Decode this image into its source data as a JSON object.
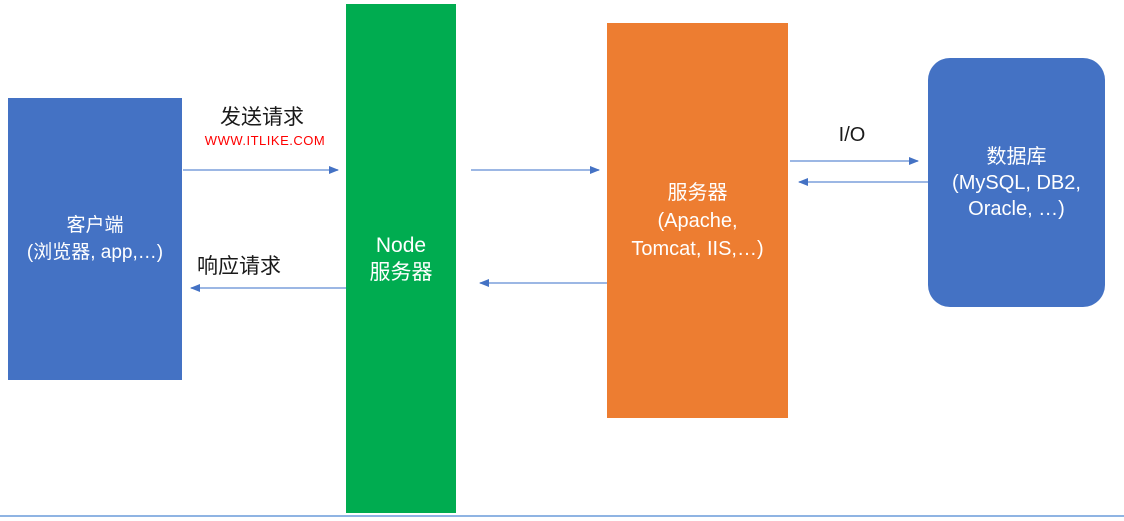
{
  "diagram": {
    "title_semantic": "node-server-architecture-flow",
    "boxes": {
      "client": {
        "line1": "客户端",
        "line2": "(浏览器, app,…)",
        "color": "#4472C4"
      },
      "node": {
        "line1": "Node",
        "line2": "服务器",
        "color": "#00AC50"
      },
      "server": {
        "line1": "服务器",
        "line2": "(Apache,",
        "line3": "Tomcat, IIS,…)",
        "color": "#ED7D31"
      },
      "database": {
        "line1": "数据库",
        "line2": "(MySQL, DB2,",
        "line3": "Oracle, …)",
        "color": "#4472C4"
      }
    },
    "labels": {
      "send_request": "发送请求",
      "site_url": "WWW.ITLIKE.COM",
      "response_request": "响应请求",
      "io": "I/O"
    },
    "colors": {
      "arrow_shaft": "#7C9FDC",
      "arrow_head": "#4472C4",
      "url_red": "#FF0000",
      "bottom_line": "#8FB4E3",
      "label_text": "#1a1a1a",
      "box_text": "#ffffff"
    }
  }
}
